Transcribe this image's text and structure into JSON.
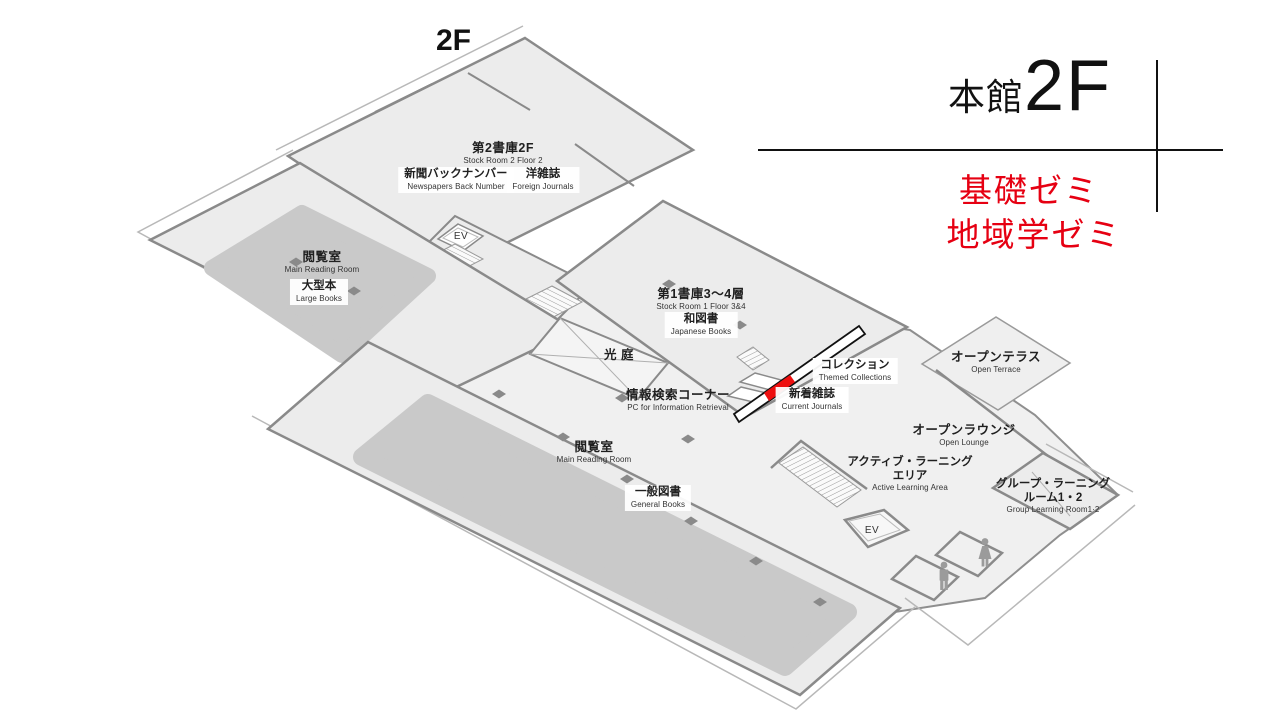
{
  "floor_tag": "2F",
  "title": {
    "building": "本館",
    "floor": "2F"
  },
  "seminar": {
    "line1": "基礎ゼミ",
    "line2": "地域学ゼミ",
    "color": "#e60012"
  },
  "rooms": {
    "stock2": {
      "jp": "第2書庫2F",
      "en": "Stock Room 2 Floor 2"
    },
    "newspapers": {
      "jp": "新聞バックナンバー",
      "en": "Newspapers Back Number"
    },
    "foreign": {
      "jp": "洋雑誌",
      "en": "Foreign Journals"
    },
    "ev": "EV",
    "reading_left": {
      "jp": "閲覧室",
      "en": "Main Reading Room"
    },
    "large_books": {
      "jp": "大型本",
      "en": "Large Books"
    },
    "stock1": {
      "jp": "第1書庫3～4層",
      "en": "Stock Room 1 Floor 3&4"
    },
    "japanese_books": {
      "jp": "和図書",
      "en": "Japanese Books"
    },
    "light_court": {
      "jp": "光 庭"
    },
    "info_corner": {
      "jp": "情報検索コーナー",
      "en": "PC for Information Retrieval"
    },
    "collections": {
      "jp": "コレクション",
      "en": "Themed Collections"
    },
    "current_journals": {
      "jp": "新着雑誌",
      "en": "Current Journals"
    },
    "terrace": {
      "jp": "オープンテラス",
      "en": "Open Terrace"
    },
    "lounge": {
      "jp": "オープンラウンジ",
      "en": "Open Lounge"
    },
    "active_learning": {
      "jp1": "アクティブ・ラーニング",
      "jp2": "エリア",
      "en": "Active Learning Area"
    },
    "group_learning": {
      "jp1": "グループ・ラーニング",
      "jp2": "ルーム1・2",
      "en": "Group Learning Room1·2"
    },
    "reading_main": {
      "jp": "閲覧室",
      "en": "Main Reading Room"
    },
    "general_books": {
      "jp": "一般図書",
      "en": "General Books"
    }
  },
  "colors": {
    "seminar_red": "#e60012",
    "marker_red": "#ee0f0f",
    "wall": "#8a8a8a",
    "floor": "#ececec",
    "carpet": "#c9c9c9",
    "outline": "#b8b8b8"
  }
}
